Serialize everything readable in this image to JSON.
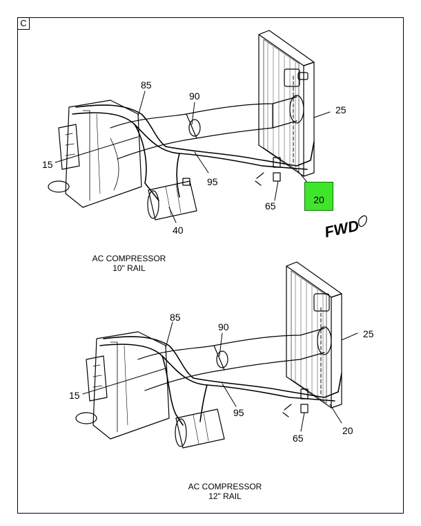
{
  "diagram": {
    "section_tag": "C",
    "highlight_color": "#3fe52b",
    "fwd_label": "FWD",
    "views": [
      {
        "caption_line1": "AC COMPRESSOR",
        "caption_line2": "10\" RAIL",
        "callouts": {
          "c85": "85",
          "c90": "90",
          "c25": "25",
          "c15": "15",
          "c95": "95",
          "c20": "20",
          "c65": "65",
          "c40": "40"
        }
      },
      {
        "caption_line1": "AC COMPRESSOR",
        "caption_line2": "12\" RAIL",
        "callouts": {
          "c85": "85",
          "c90": "90",
          "c25": "25",
          "c15": "15",
          "c95": "95",
          "c20": "20",
          "c65": "65"
        }
      }
    ]
  }
}
